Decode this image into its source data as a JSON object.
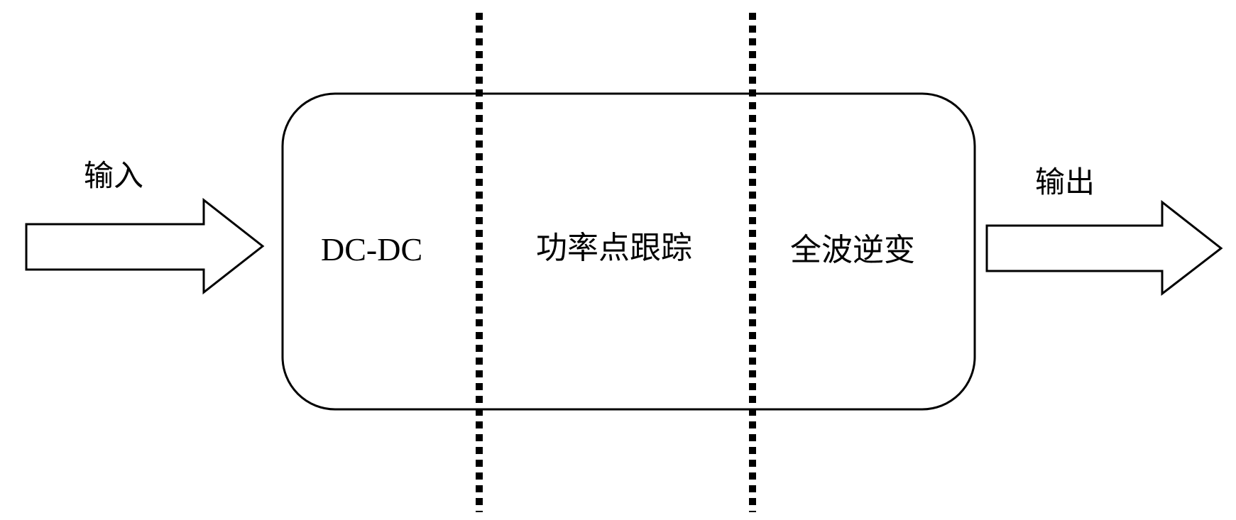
{
  "diagram": {
    "input_label": "输入",
    "output_label": "输出",
    "stages": [
      {
        "label": "DC-DC"
      },
      {
        "label": "功率点跟踪"
      },
      {
        "label": "全波逆变"
      }
    ]
  },
  "colors": {
    "stroke": "#000000",
    "background": "#ffffff"
  }
}
